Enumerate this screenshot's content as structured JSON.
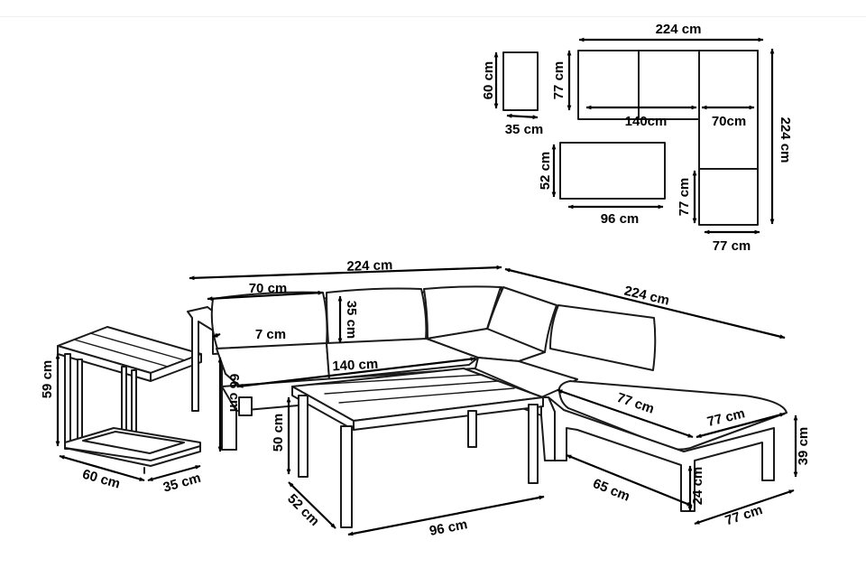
{
  "plan_labels": {
    "side_table_depth": "60 cm",
    "side_table_width": "35 cm",
    "sofa_depth": "77 cm",
    "sofa_total_length": "224 cm",
    "sofa_two_seat": "140cm",
    "sofa_corner": "70cm",
    "sofa_side_length": "224 cm",
    "table_depth": "52 cm",
    "table_width": "96 cm",
    "ottoman_depth": "77 cm",
    "ottoman_width": "77 cm"
  },
  "main_labels": {
    "sofa_total_length": "224 cm",
    "sofa_side_length": "224 cm",
    "seat_width": "70 cm",
    "back_height": "35 cm",
    "arm_width": "7 cm",
    "two_seat_length": "140 cm",
    "sofa_height": "66 cm",
    "side_table_height": "59 cm",
    "side_table_depth": "60 cm",
    "side_table_width": "35 cm",
    "table_height": "50 cm",
    "table_depth": "52 cm",
    "table_width": "96 cm",
    "ottoman_depth": "77 cm",
    "ottoman_width": "77 cm",
    "ottoman_height": "39 cm",
    "ottoman_inner_length": "65 cm",
    "ottoman_leg_height": "24 cm",
    "ottoman_base_width": "77 cm"
  }
}
